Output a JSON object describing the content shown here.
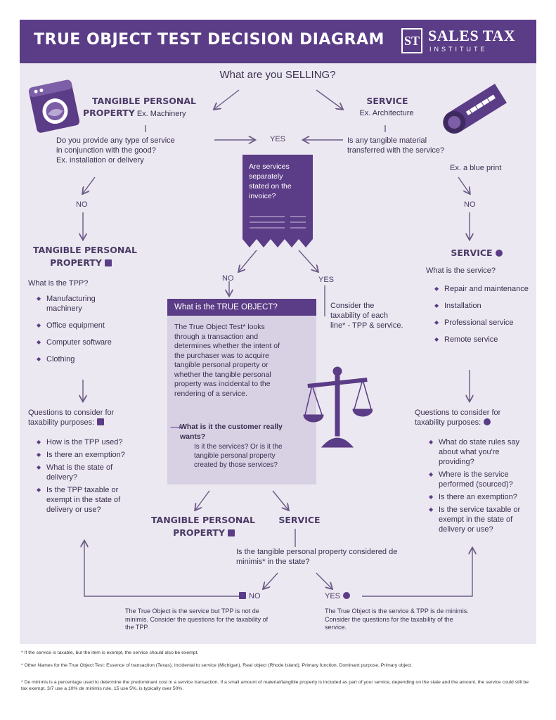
{
  "header": {
    "title": "TRUE OBJECT TEST DECISION DIAGRAM",
    "logo_top": "SALES TAX",
    "logo_bottom": "INSTITUTE",
    "logo_mark": "ST"
  },
  "question": "What are you SELLING?",
  "tpp_top": {
    "title": "TANGIBLE PERSONAL",
    "title2": "PROPERTY",
    "example": "Ex. Machinery",
    "q": [
      "Do you provide any type of service",
      "in conjunction with the good?",
      "Ex. installation or delivery"
    ]
  },
  "service_top": {
    "title": "SERVICE",
    "example": "Ex. Architecture",
    "q": [
      "Is any tangible material",
      "transferred with the service?"
    ],
    "example2": "Ex. a blue print"
  },
  "yes_top": "YES",
  "receipt": [
    "Are services",
    "separately",
    "stated on the",
    "invoice?"
  ],
  "no_left": "NO",
  "no_right": "NO",
  "no_mid": "NO",
  "yes_mid": "YES",
  "tpp_left": {
    "title": "TANGIBLE PERSONAL",
    "title2": "PROPERTY",
    "q": "What is the TPP?",
    "items": [
      "Manufacturing machinery",
      "Office equipment",
      "Computer software",
      "Clothing"
    ],
    "consider": [
      "Questions to consider for",
      "taxability purposes:"
    ],
    "questions": [
      "How is the TPP used?",
      "Is there an exemption?",
      "What is the state of delivery?",
      "Is the TPP taxable or exempt in the state of delivery or use?"
    ]
  },
  "service_right": {
    "title": "SERVICE",
    "q": "What is the service?",
    "items": [
      "Repair and maintenance",
      "Installation",
      "Professional service",
      "Remote service"
    ],
    "consider": [
      "Questions to consider for",
      "taxability purposes:"
    ],
    "questions": [
      "What do state rules say about what you're providing?",
      "Where is the service performed (sourced)?",
      "Is there an exemption?",
      "Is the service taxable or exempt in the state of delivery or use?"
    ]
  },
  "consider_each": [
    "Consider the",
    "taxability of each",
    "line* - TPP & service."
  ],
  "true_object": {
    "title": "What is the TRUE OBJECT?",
    "body": "The True Object Test* looks through a transaction and determines whether the intent of the purchaser was to acquire tangible personal property or whether the tangible personal property was incidental to the rendering of a service.",
    "ask_title": "What is it the customer really wants?",
    "ask_body": "Is it the services? Or is it the tangible personal property created by those services?"
  },
  "bottom": {
    "tpp_title": "TANGIBLE PERSONAL",
    "tpp_title2": "PROPERTY",
    "service_title": "SERVICE",
    "question": "Is the tangible personal property considered de minimis* in the state?",
    "no": "NO",
    "yes": "YES",
    "no_text": "The True Object is the service but TPP is not de minimis. Consider the questions for the taxability of the TPP.",
    "yes_text": "The True Object is the service & TPP is de minimis. Consider the questions for the taxability of the service."
  },
  "footnotes": [
    "* If the service is taxable, but the item is exempt, the service should also be exempt.",
    "* Other Names for the True Object Test: Essence of transaction (Texas), Incidental to service (Michigan), Real object (Rhode Island), Primary function, Dominant purpose, Primary object.",
    "* De minimis is a percentage used to determine the predominant cost in a service transaction. If a small amount of material/tangible property is included as part of your service, depending on the state and the amount, the service could still be tax exempt. 3/7 use a 10% de minimis rule, 15 use 5%, is typically over 50%."
  ],
  "colors": {
    "purple": "#5b3c86",
    "light": "#ece8f1",
    "box": "#d8d0e3"
  }
}
